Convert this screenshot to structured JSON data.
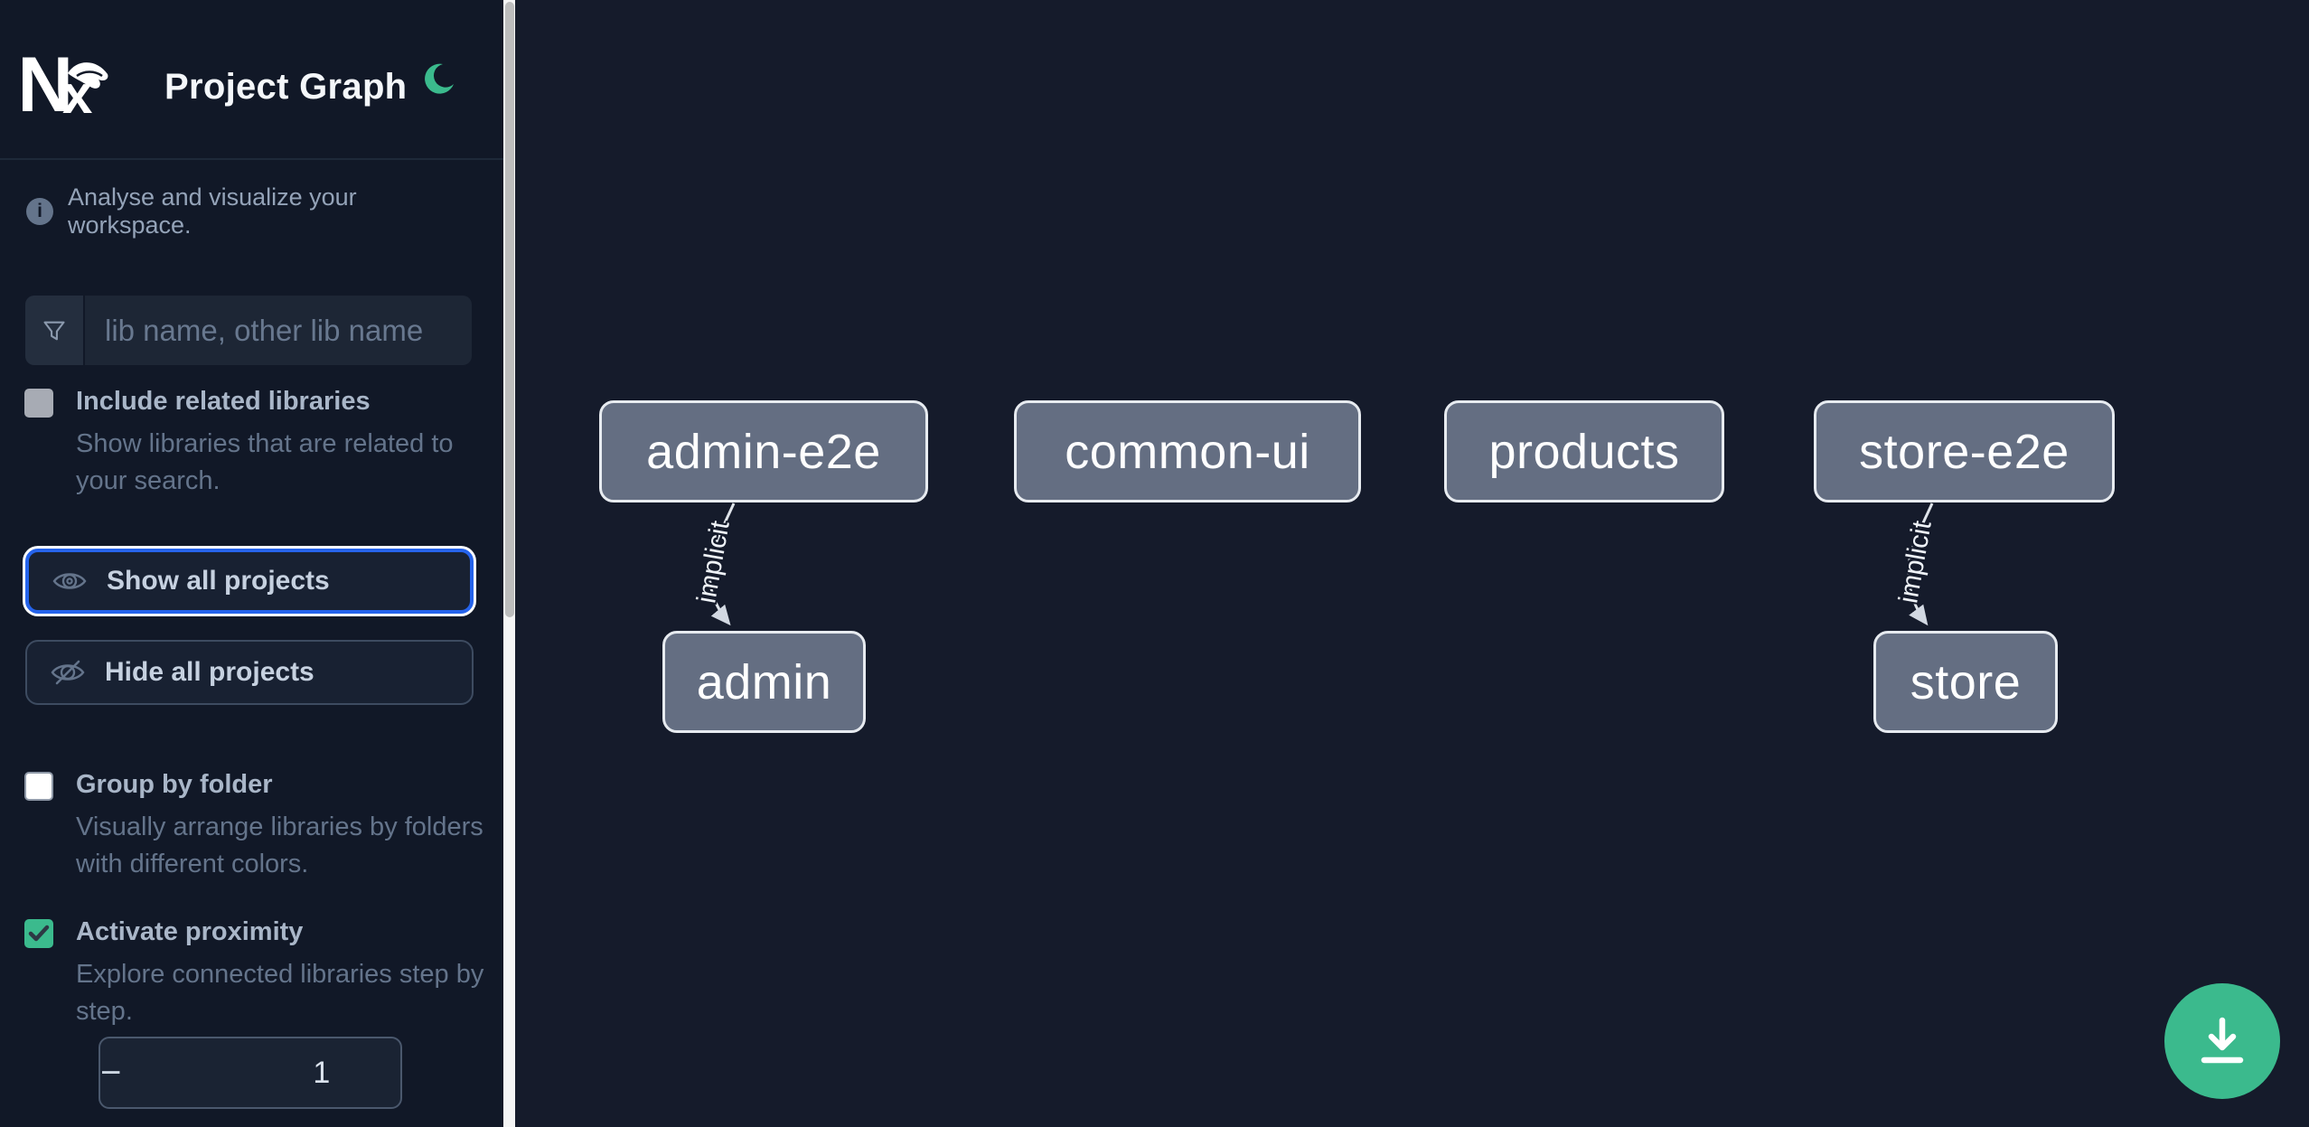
{
  "header": {
    "title": "Project Graph"
  },
  "sidebar": {
    "info_text": "Analyse and visualize your workspace.",
    "search": {
      "placeholder": "lib name, other lib name"
    },
    "show_all_label": "Show all projects",
    "hide_all_label": "Hide all projects",
    "checkboxes": [
      {
        "label": "Include related libraries",
        "description": "Show libraries that are related to your search.",
        "checked": false
      },
      {
        "label": "Group by folder",
        "description": "Visually arrange libraries by folders with different colors.",
        "checked": false
      },
      {
        "label": "Activate proximity",
        "description": "Explore connected libraries step by step.",
        "checked": true
      }
    ],
    "stepper": {
      "decrement": "−",
      "value": "1",
      "increment": "+"
    }
  },
  "graph": {
    "nodes": [
      {
        "id": "admin-e2e",
        "label": "admin-e2e"
      },
      {
        "id": "common-ui",
        "label": "common-ui"
      },
      {
        "id": "products",
        "label": "products"
      },
      {
        "id": "store-e2e",
        "label": "store-e2e"
      },
      {
        "id": "admin",
        "label": "admin"
      },
      {
        "id": "store",
        "label": "store"
      }
    ],
    "edges": [
      {
        "source": "admin-e2e",
        "target": "admin",
        "label": "implicit"
      },
      {
        "source": "store-e2e",
        "target": "store",
        "label": "implicit"
      }
    ]
  },
  "colors": {
    "accent_green": "#3bba8d",
    "focus_blue": "#2563eb",
    "node_fill": "#646e82",
    "node_border": "#e7ebf0",
    "sidebar_bg": "#111827",
    "canvas_bg": "#151b2b"
  }
}
